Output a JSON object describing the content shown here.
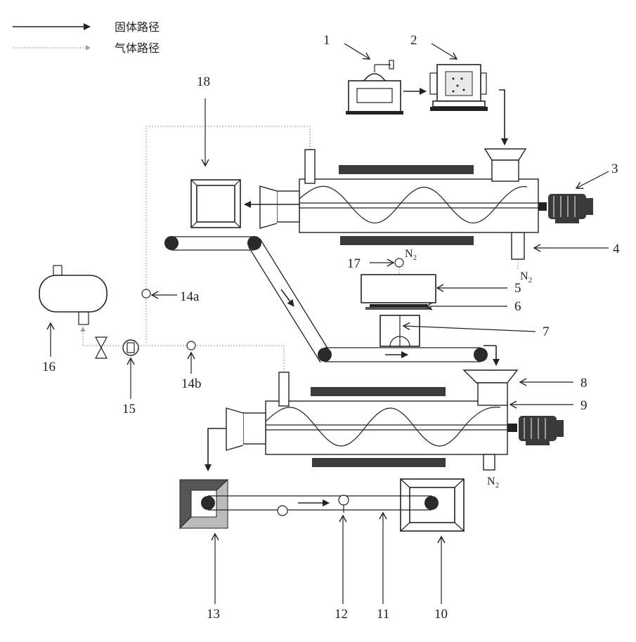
{
  "legend": {
    "solid_label": "固体路径",
    "gas_label": "气体路径"
  },
  "labels": {
    "n1": "1",
    "n2": "2",
    "n3": "3",
    "n4": "4",
    "n5": "5",
    "n6": "6",
    "n7": "7",
    "n8": "8",
    "n9": "9",
    "n10": "10",
    "n11": "11",
    "n12": "12",
    "n13": "13",
    "n14a": "14a",
    "n14b": "14b",
    "n15": "15",
    "n16": "16",
    "n17": "17",
    "n18": "18"
  },
  "gas": {
    "n2_main": "N",
    "n2_sub": "2"
  },
  "colors": {
    "line": "#222222",
    "gas_line": "#9a9a9a",
    "heater": "#3b3b3b"
  }
}
